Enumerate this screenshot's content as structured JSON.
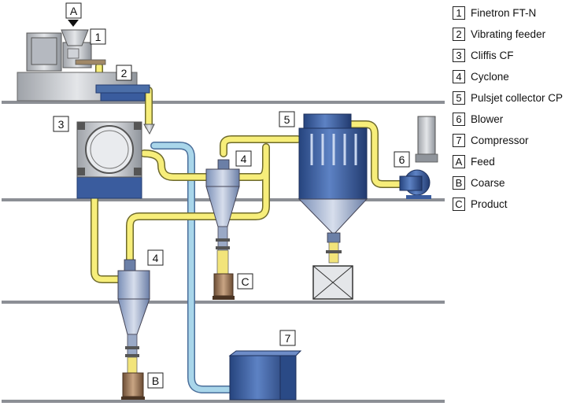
{
  "legend": [
    {
      "key": "1",
      "label": "Finetron  FT-N"
    },
    {
      "key": "2",
      "label": "Vibrating feeder"
    },
    {
      "key": "3",
      "label": "Cliffis  CF"
    },
    {
      "key": "4",
      "label": "Cyclone"
    },
    {
      "key": "5",
      "label": "Pulsjet collector  CP"
    },
    {
      "key": "6",
      "label": "Blower"
    },
    {
      "key": "7",
      "label": "Compressor"
    },
    {
      "key": "A",
      "label": "Feed"
    },
    {
      "key": "B",
      "label": "Coarse"
    },
    {
      "key": "C",
      "label": "Product"
    }
  ],
  "callouts": {
    "feed": "A",
    "finetron": "1",
    "feeder": "2",
    "cliffis": "3",
    "cyclone_upper": "4",
    "cyclone_lower": "4",
    "collector": "5",
    "blower": "6",
    "compressor": "7",
    "coarse": "B",
    "product": "C"
  },
  "colors": {
    "pipe_yellow": "#f7ee7a",
    "pipe_blue": "#a9d6ea",
    "equipment_gray": "#c9cbd0",
    "equipment_blue": "#3a5c9e",
    "floor": "#8c8f95",
    "drum": "#8b6a4f"
  }
}
